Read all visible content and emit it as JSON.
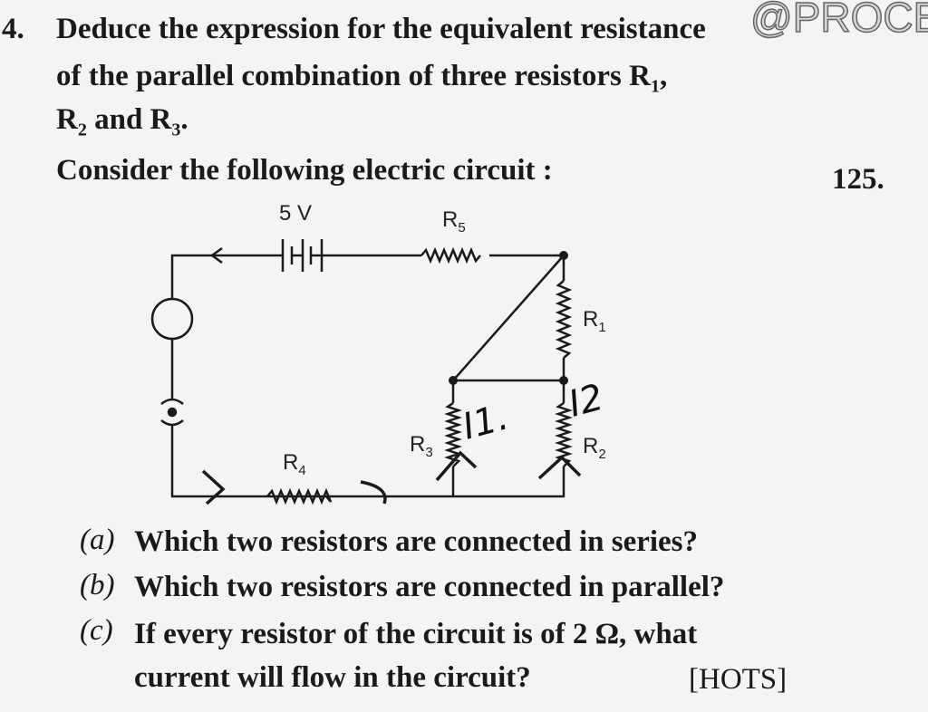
{
  "question": {
    "number": "4.",
    "line1": "Deduce the expression for the equivalent resistance",
    "line2": "of the parallel combination of three resistors R",
    "line2_sub": "1",
    "line2_end": ",",
    "line3_a": "R",
    "line3_sub1": "2",
    "line3_b": " and R",
    "line3_sub2": "3",
    "line3_end": "."
  },
  "watermark": "@PROCBS",
  "q125": {
    "number": "125.",
    "intro": "Consider the following electric circuit :"
  },
  "circuit": {
    "voltage": "5 V",
    "r1": "R",
    "r1s": "1",
    "r2": "R",
    "r2s": "2",
    "r3": "R",
    "r3s": "3",
    "r4": "R",
    "r4s": "4",
    "r5": "R",
    "r5s": "5",
    "hand_i1": "I1.",
    "hand_i2": "I2"
  },
  "parts": [
    {
      "label": "(a)",
      "text": "Which two resistors are connected in series?"
    },
    {
      "label": "(b)",
      "text": "Which two resistors are connected in parallel?"
    },
    {
      "label": "(c)",
      "text": "If every resistor of the circuit is of 2 Ω, what",
      "text2": "current will flow in the circuit?",
      "tag": "[HOTS]"
    }
  ]
}
